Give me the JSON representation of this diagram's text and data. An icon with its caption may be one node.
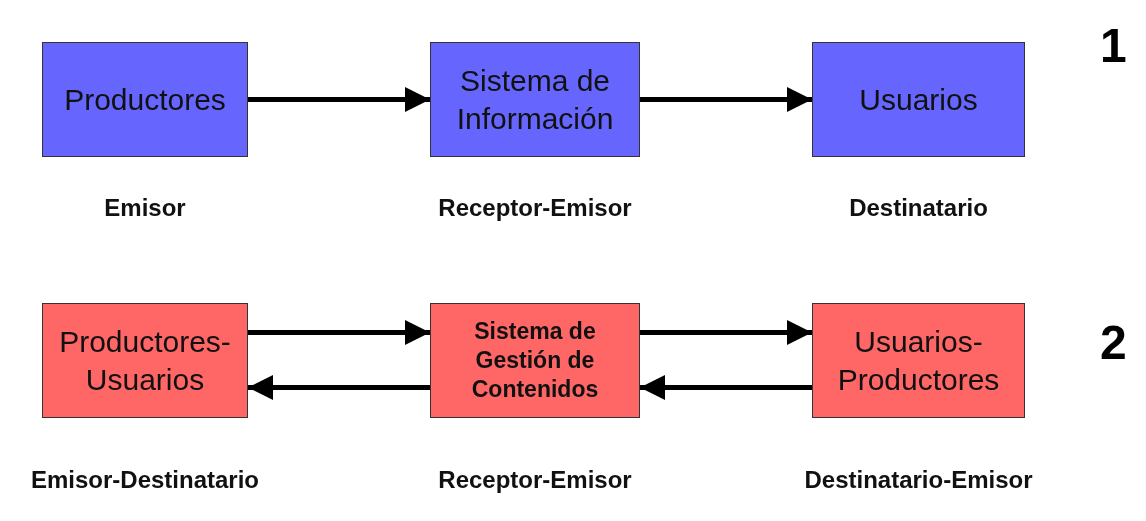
{
  "diagram": {
    "nodes": [
      {
        "text": [
          "Productores"
        ],
        "beside": [
          "Emisor"
        ]
      },
      {
        "text": [
          "Sistema de Información"
        ],
        "beside": [
          "Receptor-Emisor"
        ]
      },
      {
        "text": [
          "Usuarios"
        ],
        "beside": [
          "Destinatario"
        ]
      },
      {
        "text": [
          "Productores- Usuarios"
        ],
        "beside": [
          "Emisor-Destinatario"
        ]
      },
      {
        "text": [
          "Sistema de Gestión de Contenidos"
        ],
        "beside": [
          "Receptor-Emisor"
        ]
      },
      {
        "text": [
          "Usuarios- Productores"
        ],
        "beside": [
          "Destinatario-Emisor"
        ]
      }
    ],
    "edges": [
      {
        "from": 0,
        "to": 1,
        "arrow": "to"
      },
      {
        "from": 1,
        "to": 2,
        "arrow": "to"
      },
      {
        "from": 3,
        "to": 4,
        "arrow": "to"
      },
      {
        "from": 4,
        "to": 3,
        "arrow": "to"
      },
      {
        "from": 4,
        "to": 5,
        "arrow": "to"
      },
      {
        "from": 5,
        "to": 4,
        "arrow": "to"
      }
    ],
    "labels": [
      "1",
      "2"
    ]
  }
}
